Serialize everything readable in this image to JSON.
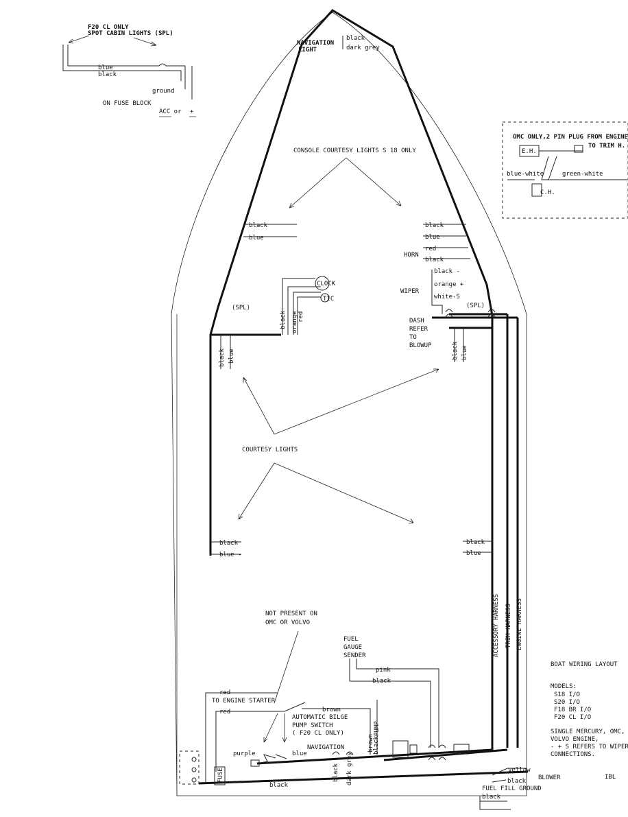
{
  "diagram": {
    "title": "BOAT WIRING LAYOUT",
    "models_heading": "MODELS:",
    "models": [
      "S18 I/O",
      "S20 I/O",
      "F18 BR I/O",
      "F20 CL I/O"
    ],
    "notes": [
      "SINGLE MERCURY, OMC,",
      "VOLVO ENGINE,",
      "- + S REFERS TO WIPER",
      "CONNECTIONS."
    ],
    "corner_mark": "IBL",
    "spot_cabin": {
      "title_1": "F20 CL ONLY",
      "title_2": "SPOT CABIN LIGHTS (SPL)",
      "wire_blue": "blue",
      "wire_black": "black",
      "ground": "ground",
      "fuse_block": "ON FUSE BLOCK",
      "acc": "ACC or",
      "plus": "+"
    },
    "omc_box": {
      "title_1": "OMC ONLY,2 PIN PLUG FROM ENGINE",
      "title_2": "TO TRIM H.",
      "eh": "E.H.",
      "blue_white": "blue-white",
      "green_white": "green-white",
      "ch": "C.H."
    },
    "navigation_light": {
      "label_1": "NAVIGATION",
      "label_2": "LIGHT",
      "black": "black",
      "dark_grey": "dark grey"
    },
    "console_courtesy": "CONSOLE COURTESY LIGHTS S 18 ONLY",
    "left_console": {
      "black": "black",
      "blue": "blue",
      "spl": "(SPL)",
      "black_v": "black",
      "orange_v": "orange",
      "red_v": "red"
    },
    "clock": "CLOCK",
    "tic": "TIC",
    "right_console": {
      "black1": "black",
      "blue1": "blue",
      "red": "red",
      "black2": "black",
      "horn": "HORN",
      "black3": "black -",
      "orange": "orange +",
      "white": "white-S",
      "wiper": "WIPER",
      "spl": "(SPL)"
    },
    "dash": {
      "line1": "DASH",
      "line2": "REFER",
      "line3": "TO",
      "line4": "BLOWUP"
    },
    "side_left_upper": {
      "black": "black",
      "blue": "blue"
    },
    "side_right_upper": {
      "black": "black",
      "blue": "blue"
    },
    "courtesy_lights": "COURTESY LIGHTS",
    "lower_left": {
      "black": "black",
      "blue": "blue -"
    },
    "lower_right": {
      "black": "black",
      "blue": "blue"
    },
    "harnesses": {
      "accessory": "ACCESSORY HARNESS",
      "trim": "TRIM HARNESS",
      "engine": "ENGINE HARNESS"
    },
    "not_present": {
      "line1": "NOT PRESENT ON",
      "line2": "OMC OR VOLVO"
    },
    "fuel_gauge": {
      "line1": "FUEL",
      "line2": "GAUGE",
      "line3": "SENDER",
      "pink": "pink",
      "black": "black"
    },
    "starter": {
      "red1": "red",
      "to_engine": "TO ENGINE STARTER",
      "red2": "red",
      "brown": "brown"
    },
    "bilge": {
      "line1": "AUTOMATIC BILGE",
      "line2": "PUMP SWITCH",
      "line3": "( F20 CL ONLY)"
    },
    "bottom": {
      "purple": "purple",
      "navigation": "NAVIGATION",
      "blue": "blue",
      "black_v": "black",
      "dark_grey_v": "dark grey",
      "brown_v": "brown",
      "pump_v": "PUMP",
      "black_v2": "black",
      "fuse": "FUSE",
      "black_h": "black",
      "yellow": "yellow",
      "black2": "black",
      "blower": "BLOWER",
      "fuel_fill": "FUEL FILL GROUND",
      "black3": "black"
    }
  }
}
